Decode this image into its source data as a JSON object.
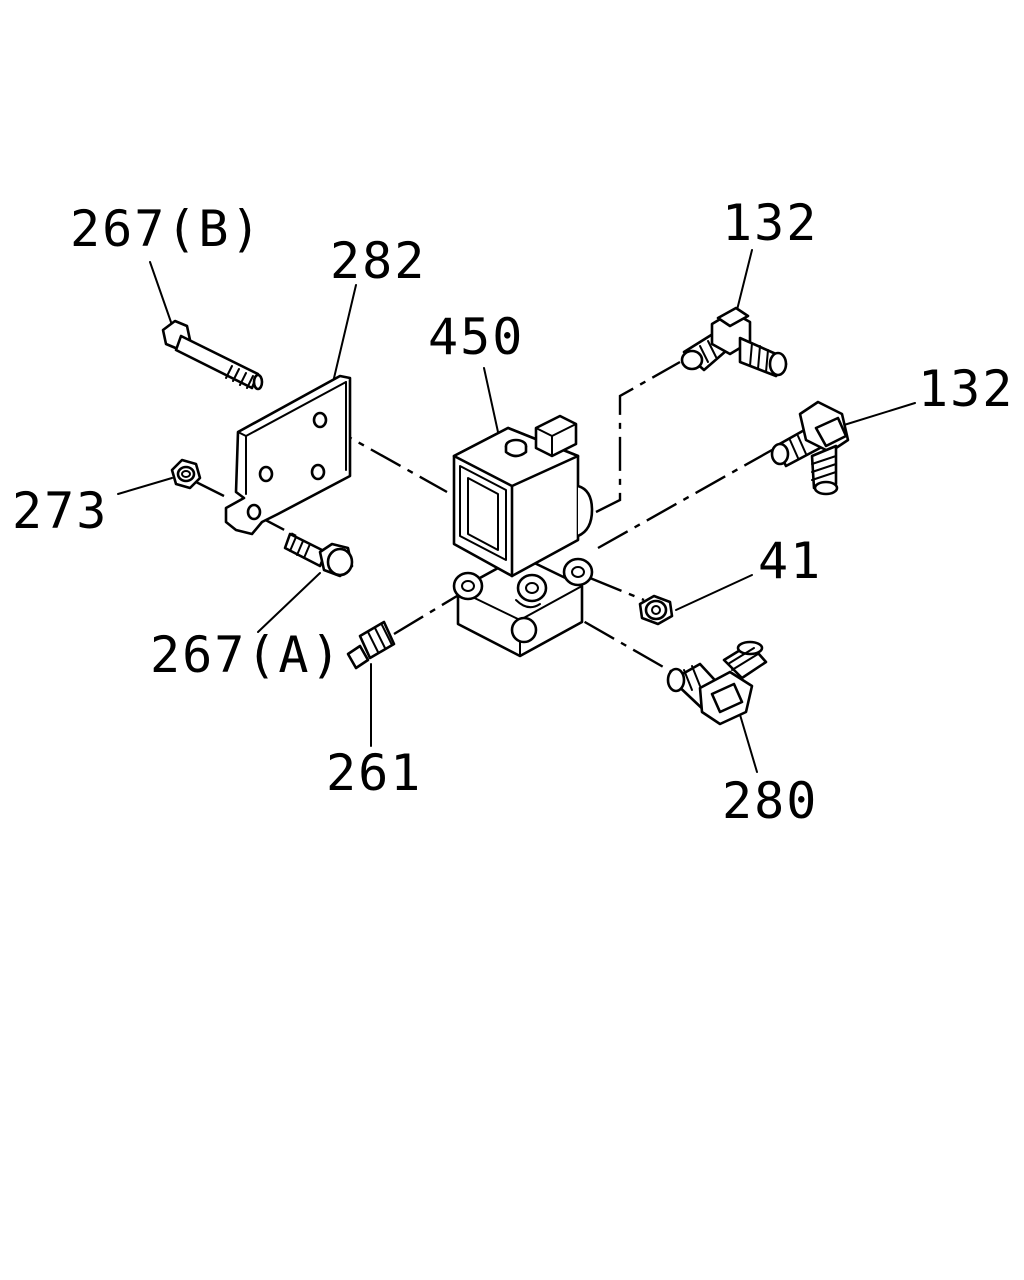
{
  "diagram": {
    "labels": {
      "bolt_b": "267(B)",
      "bracket": "282",
      "valve": "450",
      "fitting_top": "132",
      "fitting_right": "132",
      "nut_left": "273",
      "bolt_a": "267(A)",
      "nut_right": "41",
      "plug": "261",
      "elbow": "280"
    },
    "colors": {
      "line": "#000000",
      "background": "#ffffff"
    }
  }
}
